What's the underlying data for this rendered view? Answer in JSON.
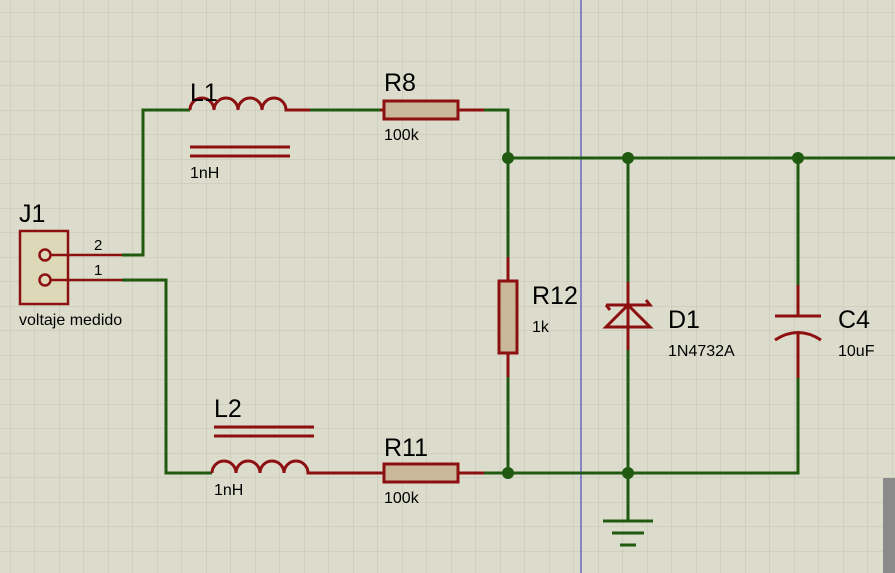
{
  "colors": {
    "background": "#dcdccc",
    "grid": "#c4c4b6",
    "wire": "#1f5a10",
    "component": "#8c1010",
    "body_fill": "#c9b99a",
    "connector_fill": "#ddd8b8",
    "guide_line": "#3030c0"
  },
  "components": {
    "j1": {
      "ref": "J1",
      "value": "voltaje medido",
      "pin2": "2",
      "pin1": "1"
    },
    "l1": {
      "ref": "L1",
      "value": "1nH"
    },
    "r8": {
      "ref": "R8",
      "value": "100k"
    },
    "l2": {
      "ref": "L2",
      "value": "1nH"
    },
    "r11": {
      "ref": "R11",
      "value": "100k"
    },
    "r12": {
      "ref": "R12",
      "value": "1k"
    },
    "d1": {
      "ref": "D1",
      "value": "1N4732A"
    },
    "c4": {
      "ref": "C4",
      "value": "10uF"
    }
  }
}
